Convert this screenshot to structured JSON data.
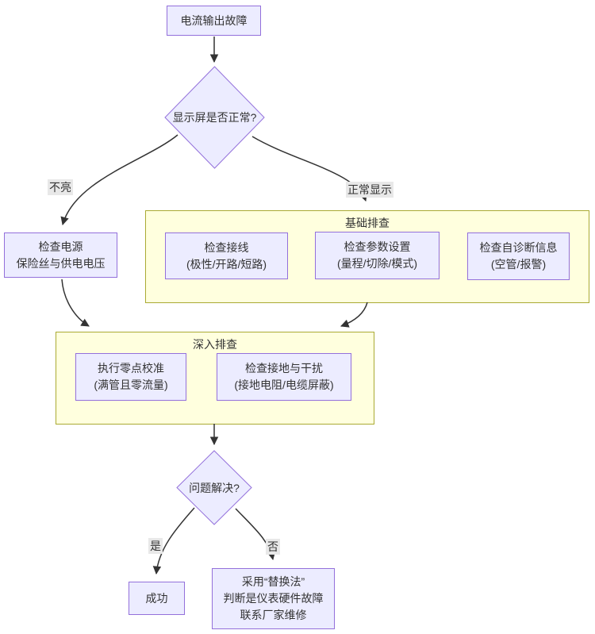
{
  "colors": {
    "node_fill": "#ECECFF",
    "node_border": "#9370DB",
    "cluster_fill": "#FFFFDE",
    "cluster_border": "#AAAA33",
    "edge": "#333333",
    "label_bg": "#E8E8E8",
    "text": "#333333"
  },
  "flowchart": {
    "nodes": {
      "start": {
        "lines": [
          "电流输出故障"
        ]
      },
      "display_ok": {
        "lines": [
          "显示屏是否正常?"
        ]
      },
      "check_power": {
        "lines": [
          "检查电源",
          "保险丝与供电电压"
        ]
      },
      "check_wiring": {
        "lines": [
          "检查接线",
          "(极性/开路/短路)"
        ]
      },
      "check_params": {
        "lines": [
          "检查参数设置",
          "(量程/切除/模式)"
        ]
      },
      "check_diag": {
        "lines": [
          "检查自诊断信息",
          "(空管/报警)"
        ]
      },
      "zero_cal": {
        "lines": [
          "执行零点校准",
          "(满管且零流量)"
        ]
      },
      "check_ground": {
        "lines": [
          "检查接地与干扰",
          "(接地电阻/电缆屏蔽)"
        ]
      },
      "solved": {
        "lines": [
          "问题解决?"
        ]
      },
      "success": {
        "lines": [
          "成功"
        ]
      },
      "replace": {
        "lines": [
          "采用“替换法”",
          "判断是仪表硬件故障",
          "联系厂家维修"
        ]
      }
    },
    "clusters": {
      "basic": {
        "label": "基础排查"
      },
      "deep": {
        "label": "深入排查"
      }
    },
    "edge_labels": {
      "not_lit": "不亮",
      "normal_display": "正常显示",
      "yes": "是",
      "no": "否"
    }
  }
}
